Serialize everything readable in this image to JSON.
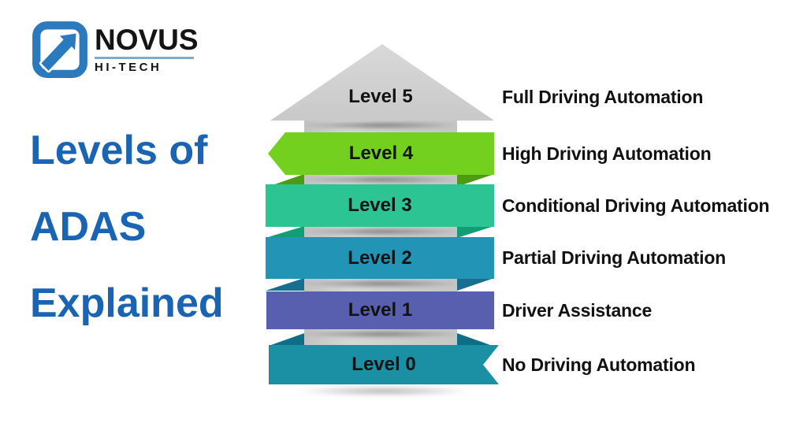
{
  "logo": {
    "brand": "NOVUS",
    "subtitle": "HI-TECH",
    "accent_color": "#2b7abe"
  },
  "title": {
    "lines": [
      "Levels of",
      "ADAS",
      "Explained"
    ],
    "color": "#1a64b4"
  },
  "diagram": {
    "type": "ribbon-arrow-infographic",
    "title": "Levels of ADAS Explained",
    "arrow_color": "#cccccc",
    "levels": [
      {
        "label": "Level 5",
        "description": "Full Driving Automation",
        "band_color": "#d2d2d2",
        "fold_color": ""
      },
      {
        "label": "Level 4",
        "description": "High Driving Automation",
        "band_color": "#74d01e",
        "fold_color": "#4c9b12"
      },
      {
        "label": "Level 3",
        "description": "Conditional Driving Automation",
        "band_color": "#2cc493",
        "fold_color": "#119e74"
      },
      {
        "label": "Level 2",
        "description": "Partial Driving Automation",
        "band_color": "#2295b7",
        "fold_color": "#176f90"
      },
      {
        "label": "Level 1",
        "description": "Driver Assistance",
        "band_color": "#575fae",
        "fold_color": "#3f4a94"
      },
      {
        "label": "Level 0",
        "description": "No Driving Automation",
        "band_color": "#1b8fa4",
        "fold_color": "#0e6e85"
      }
    ]
  }
}
